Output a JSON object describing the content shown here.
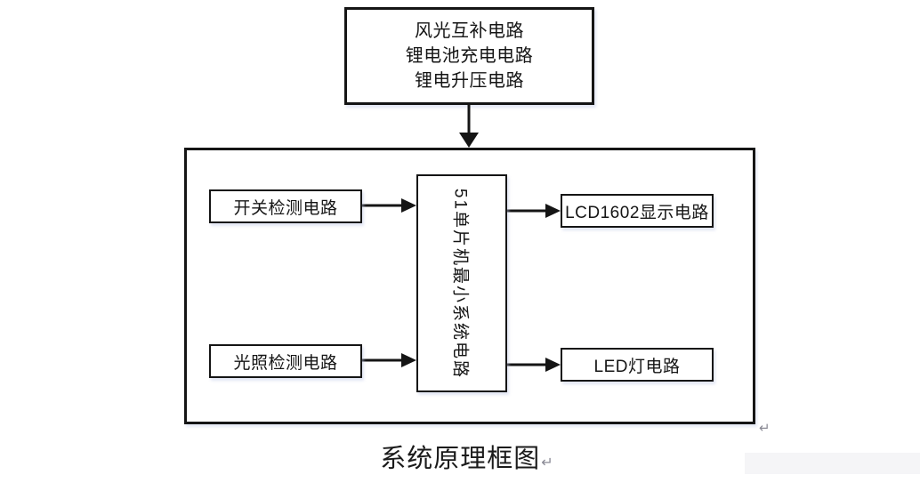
{
  "diagram": {
    "top_box": {
      "lines": [
        "风光互补电路",
        "锂电池充电电路",
        "锂电升压电路"
      ]
    },
    "boxes": {
      "switch": "开关检测电路",
      "light": "光照检测电路",
      "mcu": "51单片机最小系统电路",
      "lcd": "LCD1602显示电路",
      "led": "LED灯电路"
    },
    "caption": "系统原理框图",
    "paragraph_mark": "↵",
    "colors": {
      "line": "#151515",
      "background": "#ffffff",
      "mark": "#8a8a95",
      "band": "#f5f5f7"
    }
  }
}
